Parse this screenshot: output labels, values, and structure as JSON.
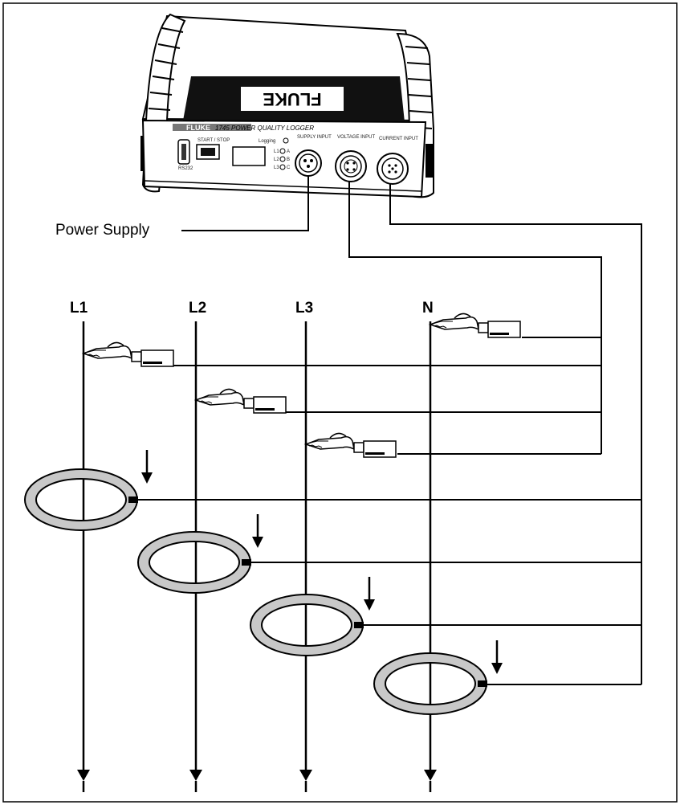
{
  "diagram": {
    "phase_labels": {
      "l1": "L1",
      "l2": "L2",
      "l3": "L3",
      "n": "N"
    },
    "power_supply_label": "Power Supply",
    "logger": {
      "brand": "FLUKE",
      "model": "1745 POWER QUALITY LOGGER",
      "start_stop": "START / STOP",
      "logging": "Logging",
      "phase_indicators": [
        "L1",
        "L2",
        "L3"
      ],
      "phase_letters": [
        "A",
        "B",
        "C"
      ],
      "port_supply": "SUPPLY INPUT",
      "port_voltage": "VOLTAGE INPUT",
      "port_current": "CURRENT INPUT",
      "port_rs232": "RS232"
    },
    "colors": {
      "line": "#000000",
      "clamp_fill": "#c8c8c8",
      "logger_body": "#ffffff"
    }
  }
}
